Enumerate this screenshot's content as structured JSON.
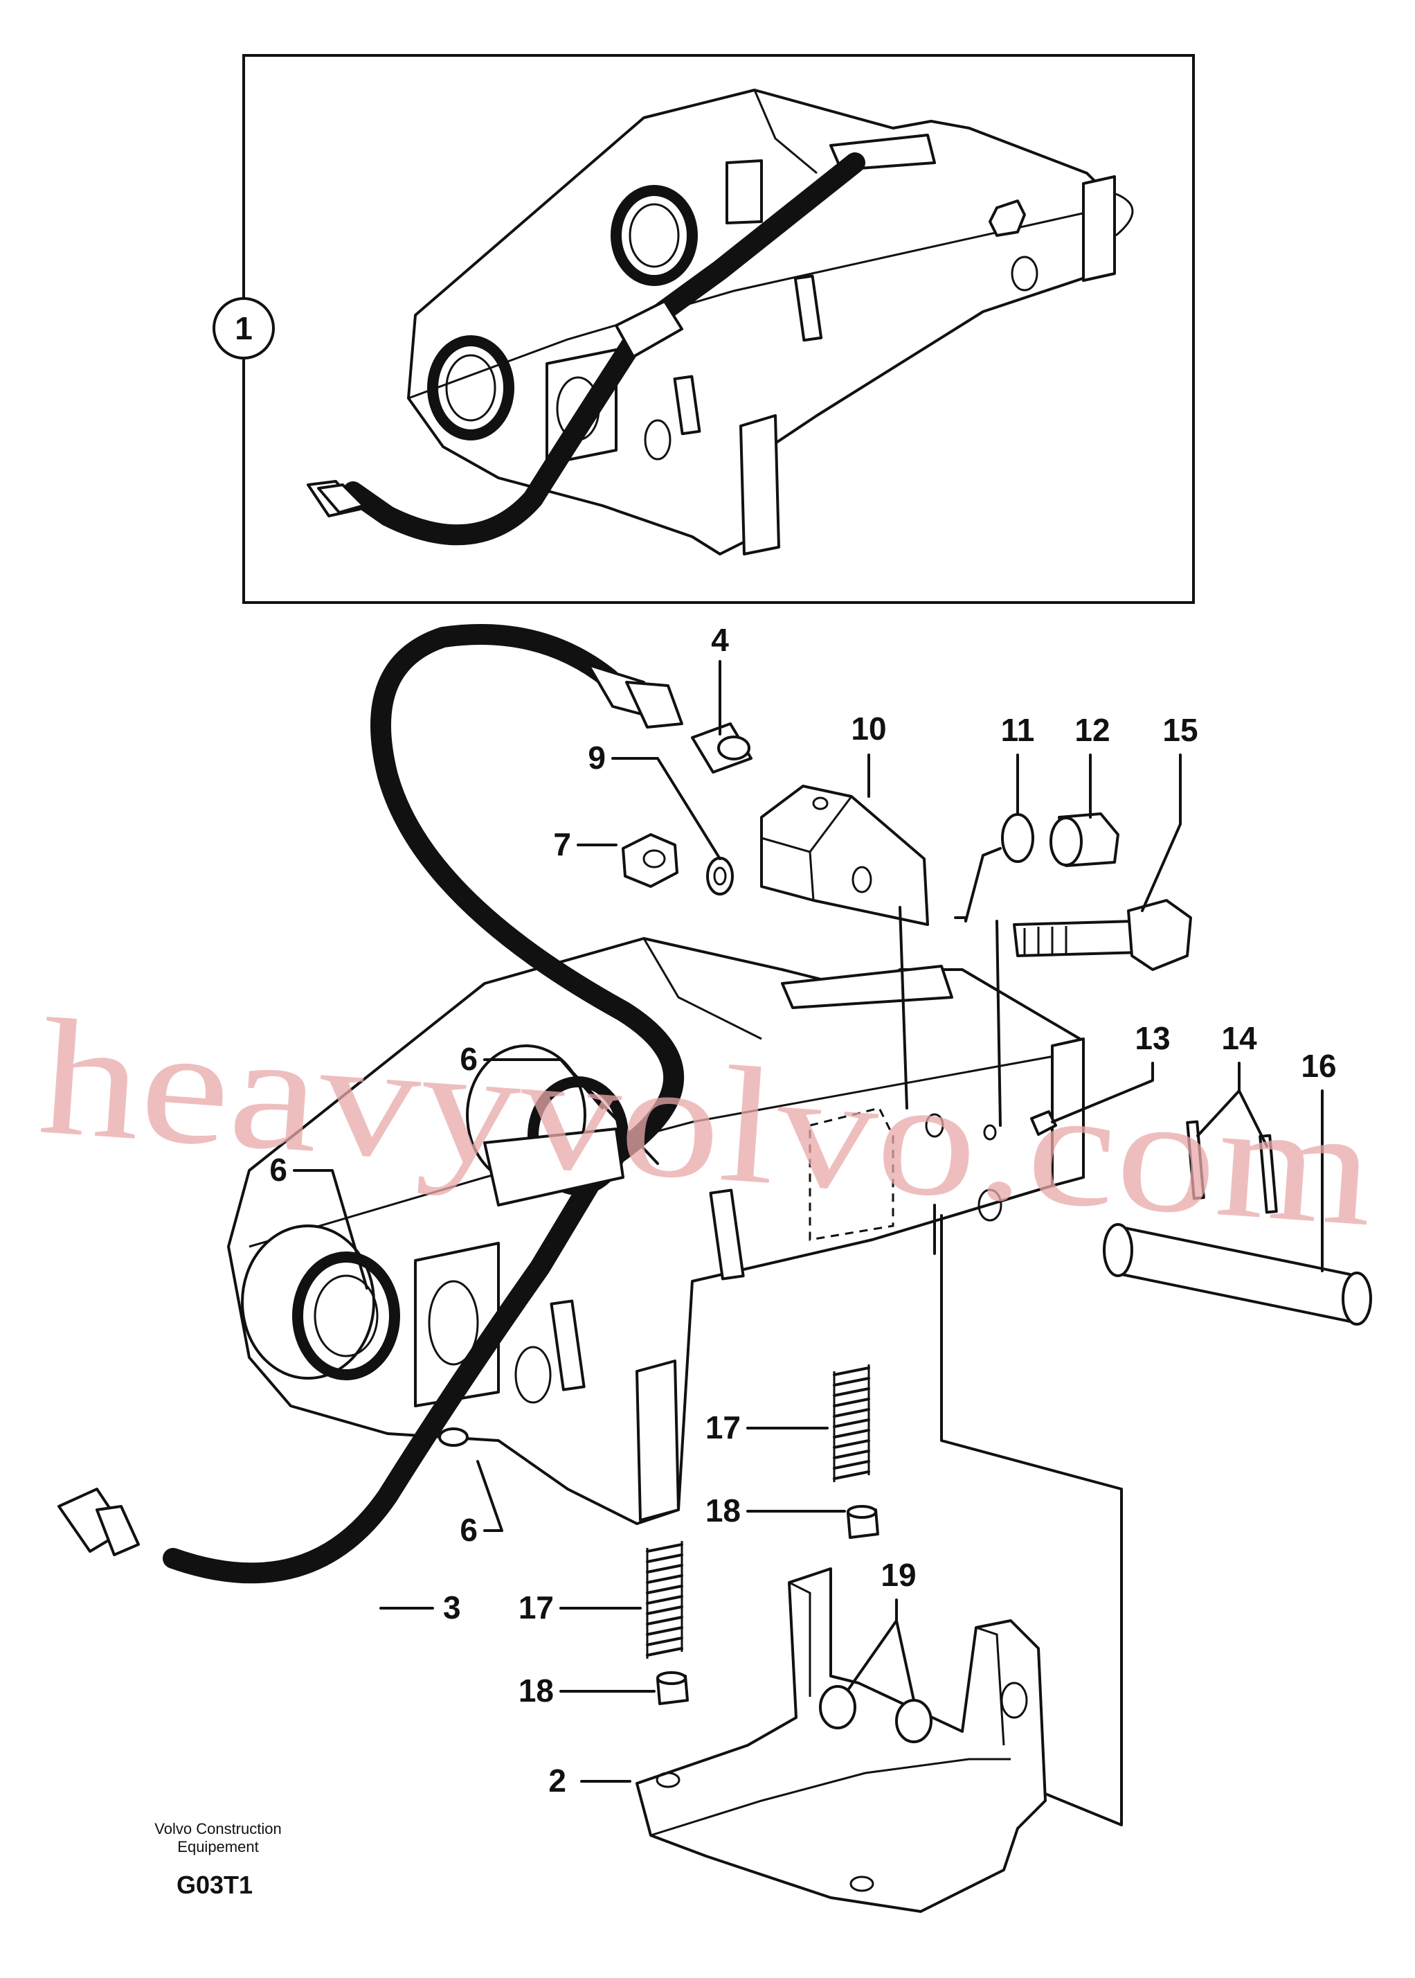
{
  "callouts": {
    "c1": "1",
    "c2": "2",
    "c3": "3",
    "c4": "4",
    "c6a": "6",
    "c6b": "6",
    "c6c": "6",
    "c7": "7",
    "c9": "9",
    "c10": "10",
    "c11": "11",
    "c12": "12",
    "c13": "13",
    "c14": "14",
    "c15": "15",
    "c16": "16",
    "c17a": "17",
    "c17b": "17",
    "c18a": "18",
    "c18b": "18",
    "c19": "19"
  },
  "footer": {
    "line1": "Volvo Construction",
    "line2": "Equipement",
    "code": "G03T1"
  },
  "watermark": "heavyvolvo.com",
  "colors": {
    "ink": "#111111",
    "paper": "#ffffff",
    "watermark": "#e9a9a9"
  }
}
